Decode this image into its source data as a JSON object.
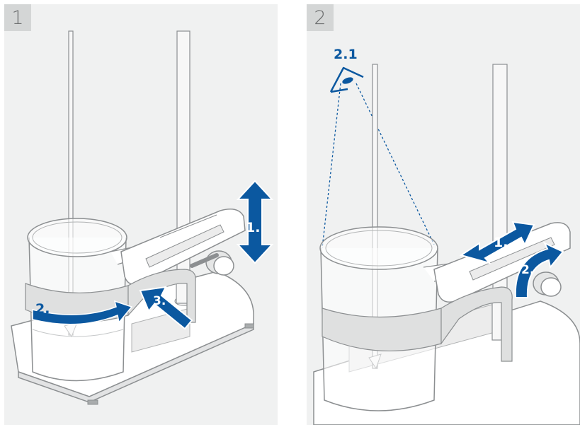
{
  "panels": [
    {
      "number": "1",
      "steps": {
        "s1": "1.",
        "s2": "2.",
        "s3": "3."
      }
    },
    {
      "number": "2",
      "steps": {
        "s21": "2.1",
        "s1": "1.",
        "s2": "2."
      }
    }
  ],
  "colors": {
    "accent": "#0b58a0",
    "panel_bg": "#f0f1f1",
    "badge_bg": "#d4d6d6",
    "line": "#8c8f91",
    "strap": "#dfe0e0"
  },
  "icons": [
    "eye-icon",
    "double-arrow-icon",
    "curved-arrow-icon",
    "straight-arrow-icon"
  ]
}
